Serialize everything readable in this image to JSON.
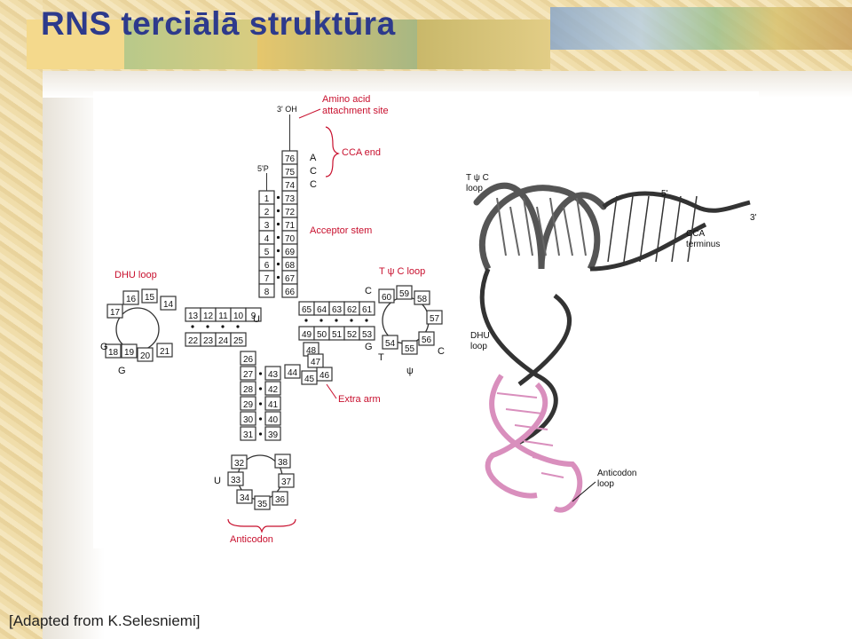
{
  "title": "RNS terciālā struktūra",
  "caption": "[Adapted from K.Selesniemi]",
  "diagram": {
    "labels": {
      "three_oh": "3' OH",
      "five_p": "5'P",
      "amino_acid_site": [
        "Amino acid",
        "attachment site"
      ],
      "cca_end": "CCA end",
      "acceptor_stem": "Acceptor stem",
      "dhu_loop": "DHU loop",
      "tpsic_loop": "T ψ C loop",
      "extra_arm": "Extra arm",
      "anticodon": "Anticodon"
    },
    "cca_letters": [
      "A",
      "C",
      "C"
    ],
    "base_letters": {
      "u_8": "U",
      "c_acceptor": "C",
      "g_dhu_1": "G",
      "g_dhu_2": "G",
      "g_t": "G",
      "t": "T",
      "psi": "ψ",
      "c_t": "C",
      "u_anticodon": "U"
    },
    "tertiary_labels": {
      "tpsic_loop": [
        "T ψ C",
        "loop"
      ],
      "five_prime": "5'",
      "three_prime": "3'",
      "cca_terminus": [
        "CCA",
        "terminus"
      ],
      "dhu_loop": [
        "DHU",
        "loop"
      ],
      "anticodon_loop": [
        "Anticodon",
        "loop"
      ]
    },
    "colors": {
      "title": "#2d3a8c",
      "line": "#333333",
      "dark_helix": "#555555",
      "pink_helix": "#d98fbd",
      "label_red": "#c8102e"
    }
  }
}
